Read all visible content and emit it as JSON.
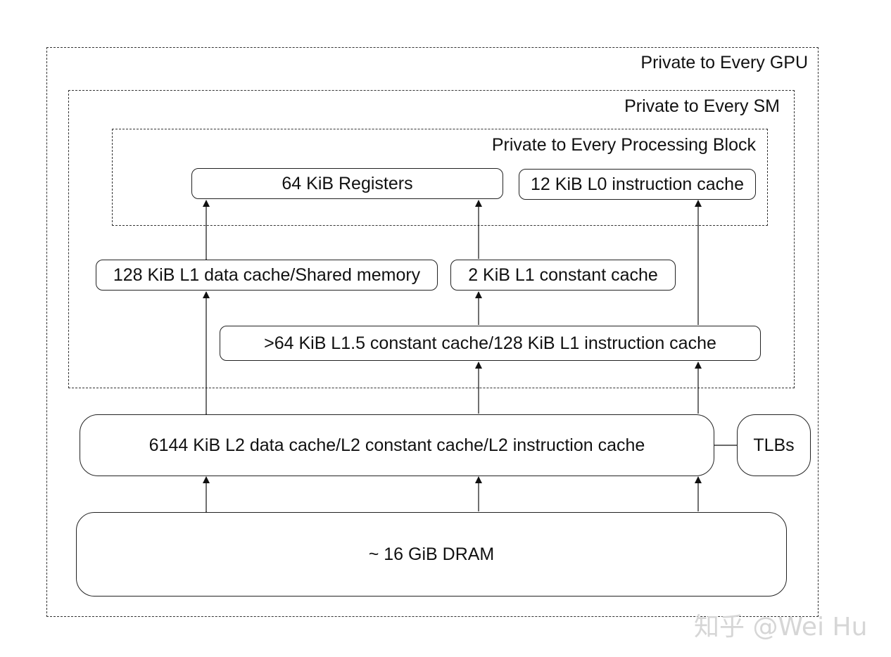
{
  "regions": {
    "gpu": "Private to Every GPU",
    "sm": "Private to Every SM",
    "processing_block": "Private to Every Processing Block"
  },
  "components": {
    "registers": "64 KiB Registers",
    "l0_instruction": "12 KiB L0 instruction cache",
    "l1_data": "128 KiB L1 data cache/Shared memory",
    "l1_constant": "2 KiB L1 constant cache",
    "l15": ">64 KiB L1.5 constant cache/128 KiB L1 instruction cache",
    "l2": "6144 KiB L2 data cache/L2 constant cache/L2 instruction cache",
    "tlbs": "TLBs",
    "dram": "~ 16 GiB DRAM"
  },
  "watermark": "知乎 @Wei Hu",
  "colors": {
    "line": "#111111",
    "dash": "#333333",
    "watermark": "#d6d6d6"
  }
}
